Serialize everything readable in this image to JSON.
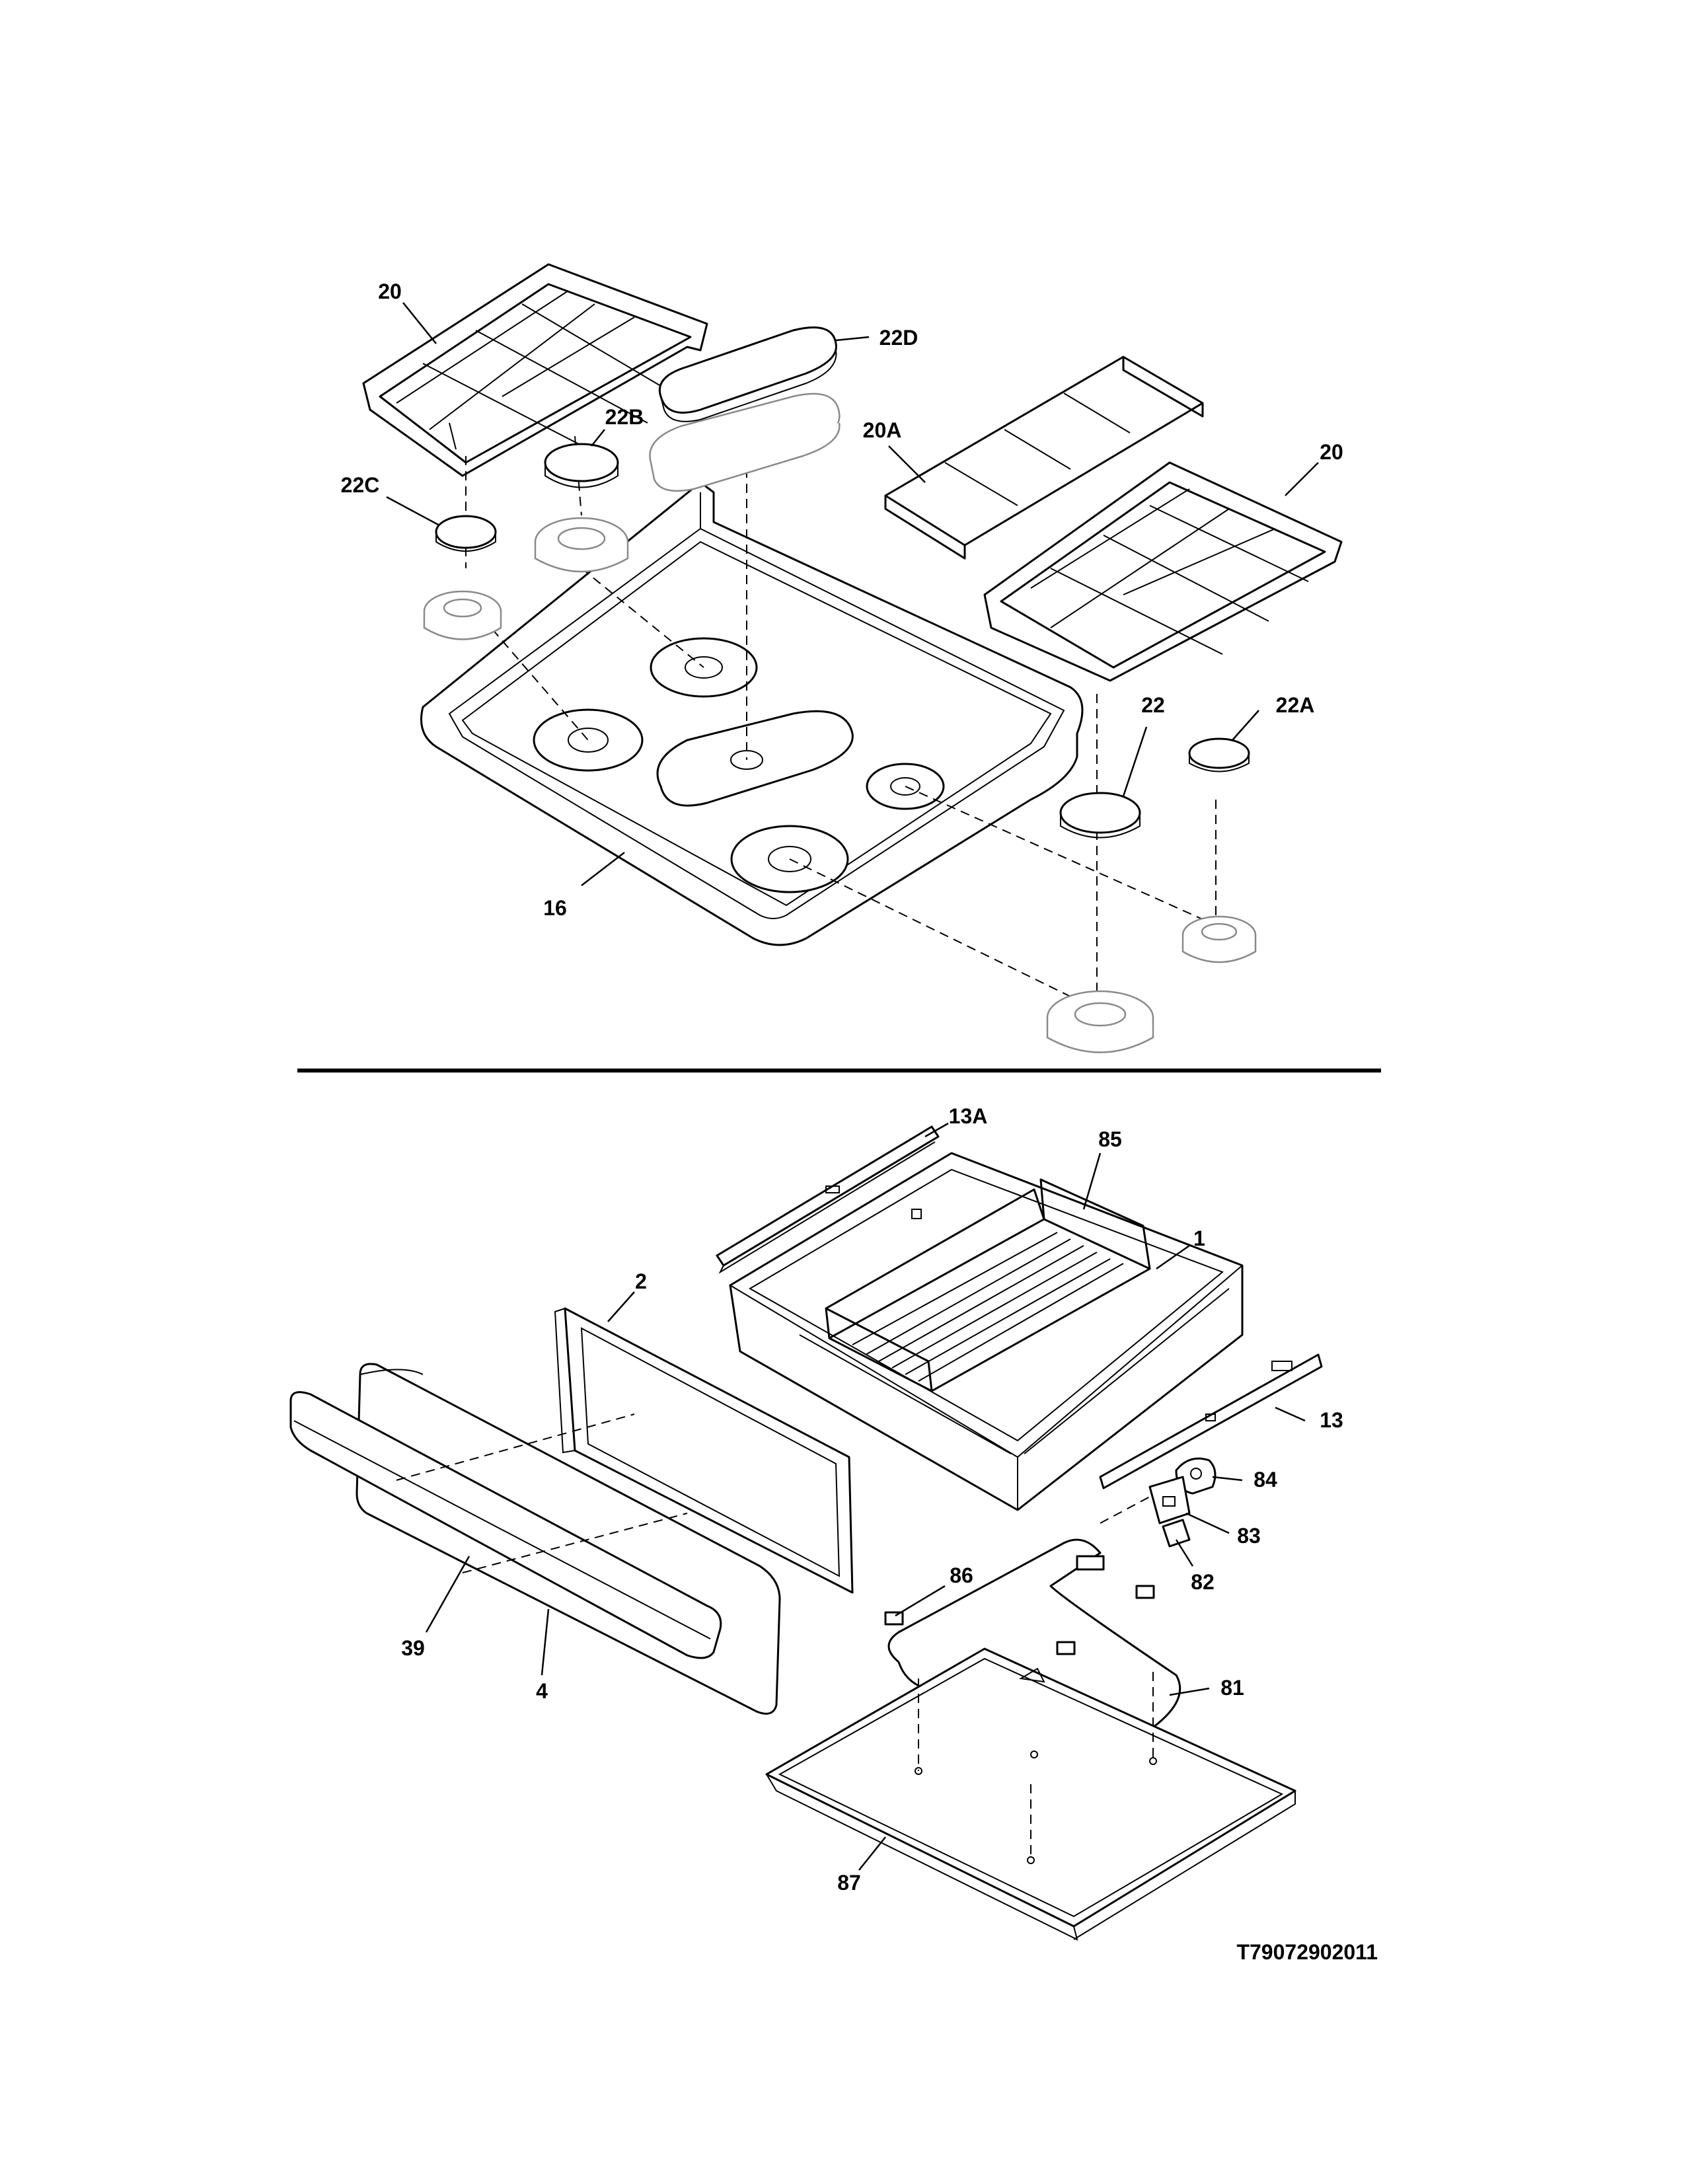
{
  "diagram_code": "T79072902011",
  "callouts": {
    "c20_left": "20",
    "c22D": "22D",
    "c22B": "22B",
    "c22C": "22C",
    "c20A": "20A",
    "c20_right": "20",
    "c22": "22",
    "c22A": "22A",
    "c16": "16",
    "c13A": "13A",
    "c85": "85",
    "c1": "1",
    "c2": "2",
    "c13": "13",
    "c84": "84",
    "c83": "83",
    "c82": "82",
    "c86": "86",
    "c39": "39",
    "c4": "4",
    "c81": "81",
    "c87": "87"
  },
  "colors": {
    "line": "#000000",
    "ghost": "#8a8a8a",
    "background": "#ffffff"
  }
}
